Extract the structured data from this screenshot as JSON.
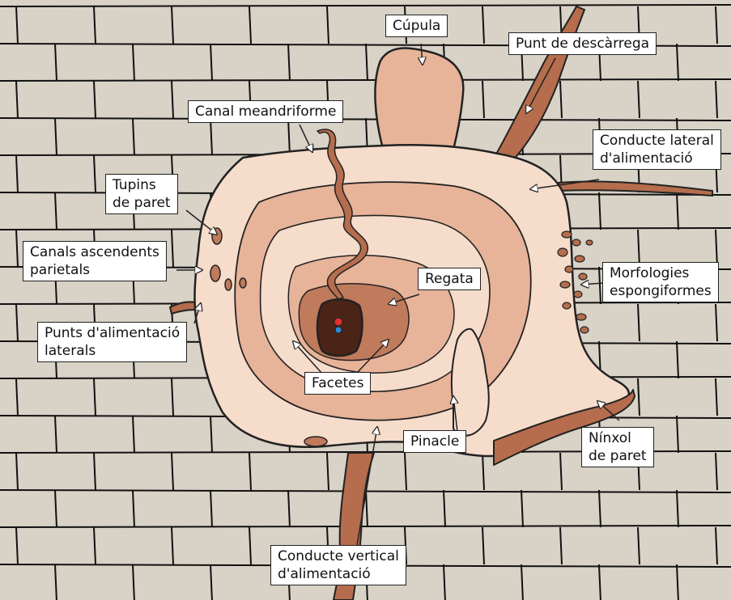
{
  "colors": {
    "wall": "#d8d2c7",
    "mortar": "#111111",
    "cave_light": "#f6dccb",
    "cave_mid": "#e7b399",
    "cave_dark": "#c07a5c",
    "cave_deep": "#8a4a2e",
    "conduit": "#b56d4d",
    "entrance": "#4a2416"
  },
  "labels": {
    "cupula": "Cúpula",
    "punt_descarrega": "Punt de descàrrega",
    "canal_meandriforme": "Canal meandriforme",
    "conducte_lateral": [
      "Conducte lateral",
      "d'alimentació"
    ],
    "tupins": [
      "Tupins",
      "de paret"
    ],
    "canals_ascendents": [
      "Canals ascendents",
      "parietals"
    ],
    "regata": "Regata",
    "morfologies": [
      "Morfologies",
      "espongiformes"
    ],
    "punts_alimentacio": [
      "Punts d'alimentació",
      "laterals"
    ],
    "facetes": "Facetes",
    "pinacle": "Pinacle",
    "ninxol": [
      "Nínxol",
      "de paret"
    ],
    "conducte_vertical": [
      "Conducte vertical",
      "d'alimentació"
    ]
  }
}
